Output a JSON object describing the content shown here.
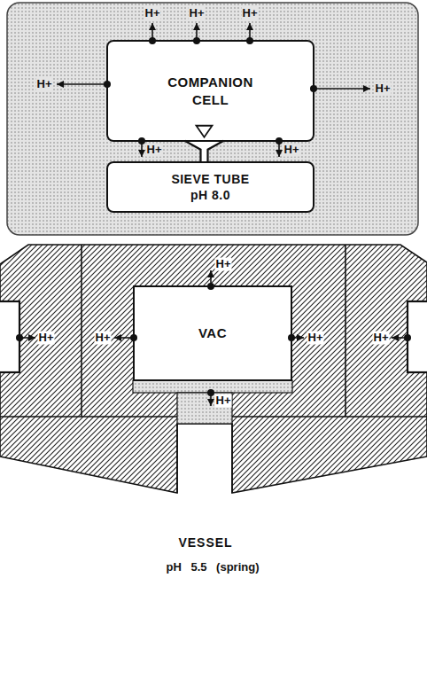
{
  "diagram": {
    "nodes": [
      {
        "text": [
          "COMPANION CELL"
        ]
      },
      {
        "text": [
          "SIEVE TUBE",
          "pH 8.0"
        ]
      },
      {
        "text": [
          "VAC"
        ]
      }
    ],
    "edges": [
      {
        "from": 0,
        "to": 1,
        "arrow": "none"
      }
    ],
    "labels": [
      "H+",
      "H+",
      "H+",
      "H+",
      "H+",
      "H+",
      "H+",
      "H+",
      "H+",
      "H+",
      "H+",
      "H+",
      "H+",
      "VESSEL",
      "pH 5.5 (spring)"
    ]
  }
}
